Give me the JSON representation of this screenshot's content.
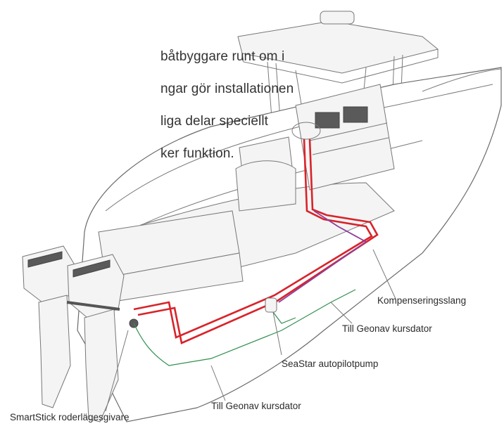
{
  "intro_lines": [
    "båtbyggare runt om i",
    "ngar gör installationen",
    "liga delar speciellt",
    "ker funktion."
  ],
  "callouts": {
    "kompensering": "Kompenseringsslang",
    "geonav_1": "Till Geonav kursdator",
    "seastar": "SeaStar autopilotpump",
    "geonav_2": "Till Geonav kursdator",
    "smartstick": "SmartStick roderlägesgivare"
  },
  "colors": {
    "hydraulic_line": "#d8232a",
    "compensation_line": "#8e3f9b",
    "sensor_cable": "#2f8f4e",
    "hull_outline": "#6a6a6a"
  }
}
